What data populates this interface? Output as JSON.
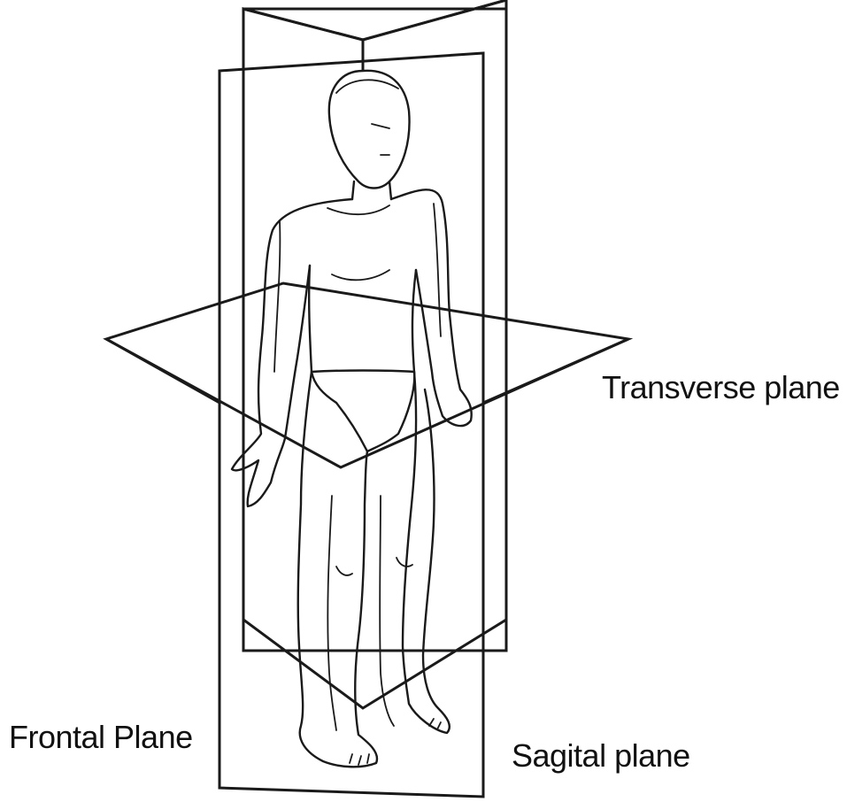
{
  "labels": {
    "transverse": "Transverse plane",
    "frontal": "Frontal Plane",
    "sagittal": "Sagital plane"
  },
  "colors": {
    "line": "#1a1a1a",
    "background": "#ffffff"
  }
}
